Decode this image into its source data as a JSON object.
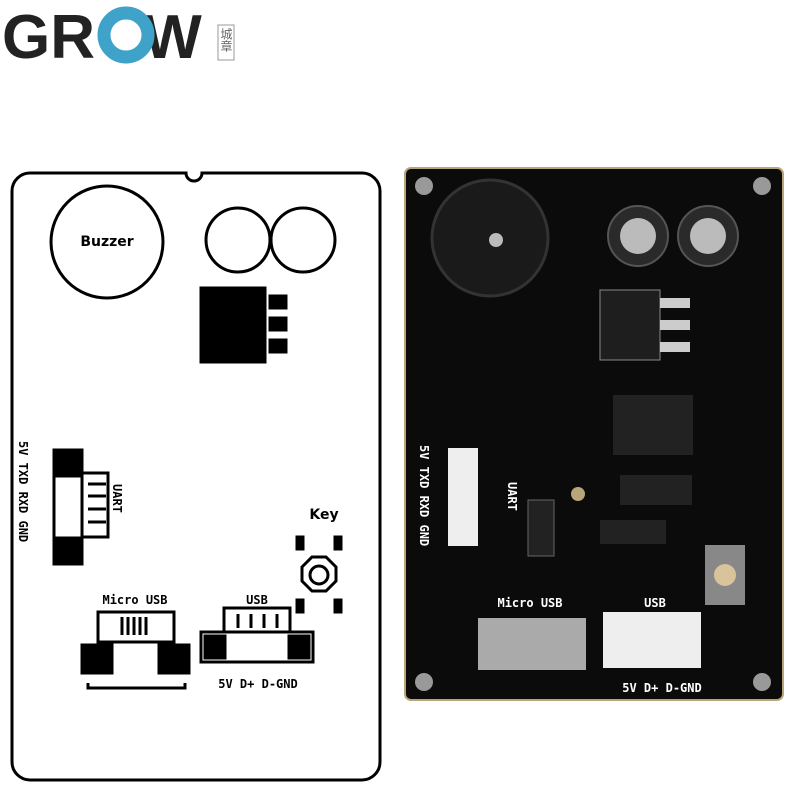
{
  "logo": {
    "text": "GROW",
    "seal": "城章",
    "accent": "#3fa3c9"
  },
  "diagram": {
    "buzzer": "Buzzer",
    "uart_pins": "5V TXD RXD GND",
    "uart": "UART",
    "key": "Key",
    "micro_usb": "Micro USB",
    "usb": "USB",
    "usb_pins": "5V D+ D-GND"
  },
  "board": {
    "uart_pins": "5V TXD RXD GND",
    "uart": "UART",
    "micro_usb": "Micro USB",
    "usb": "USB",
    "usb_pins": "5V D+ D-GND",
    "color": "#0b0b0b"
  }
}
